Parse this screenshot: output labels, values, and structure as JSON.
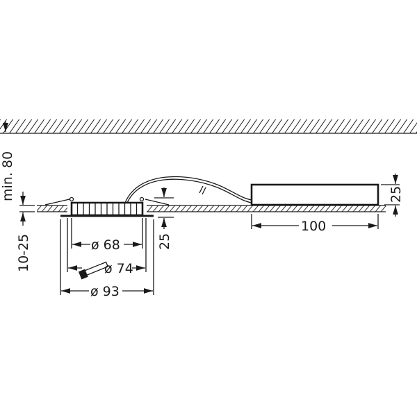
{
  "dimensions": {
    "min_clearance": "min. 80",
    "ceiling_thickness": "10-25",
    "cutout_inner": "ø 68",
    "cutout": "ø 74",
    "outer_diameter": "ø 93",
    "luminaire_height": "25",
    "driver_height": "25",
    "driver_length": "100"
  }
}
